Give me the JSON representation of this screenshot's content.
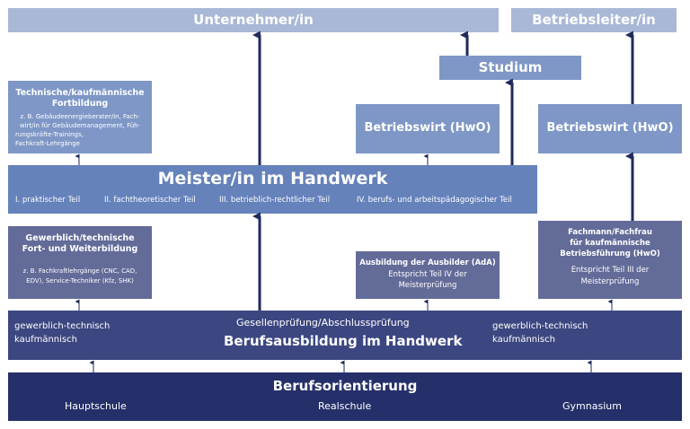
{
  "colors": {
    "lightest": "#a9b8d6",
    "light": "#7e97c6",
    "medium": "#6582bb",
    "muted": "#636b99",
    "dark": "#3c4781",
    "darkest": "#25306a",
    "arrow": "#1f2b5c"
  },
  "top": {
    "unternehmer": "Unternehmer/in",
    "betriebsleiter": "Betriebsleiter/in"
  },
  "studium": "Studium",
  "betriebswirt_left": "Betriebswirt (HwO)",
  "betriebswirt_right": "Betriebswirt (HwO)",
  "fortbildung": {
    "title_1": "Technische/kaufmännische",
    "title_2": "Fortbildung",
    "line_1": "z. B. Gebäudeenergieberater/in, Fach-",
    "line_2": "wirt/in für Gebäudemanagement, Füh-",
    "line_3": "rungskräfte-Trainings,",
    "line_4": "Fachkraft-Lehrgänge"
  },
  "meister": {
    "title": "Meister/in im Handwerk",
    "part_1": "I. praktischer Teil",
    "part_2": "II. fachtheoretischer Teil",
    "part_3": "III. betrieblich-rechtlicher Teil",
    "part_4": "IV. berufs- und arbeitspädagogischer Teil"
  },
  "weiterbildung": {
    "title_1": "Gewerblich/technische",
    "title_2": "Fort- und Weiterbildung",
    "line_1": "z. B. Fachkraftlehrgänge (CNC, CAD,",
    "line_2": "EDV), Service-Techniker (Kfz, SHK)"
  },
  "ada": {
    "title": "Ausbildung der Ausbilder (AdA)",
    "line_1": "Entspricht Teil IV der",
    "line_2": "Meisterprüfung"
  },
  "fachmann": {
    "title_1": "Fachmann/Fachfrau",
    "title_2": "für kaufmännische",
    "title_3": "Betriebsführung (HwO)",
    "line_1": "Entspricht Teil III der",
    "line_2": "Meisterprüfung"
  },
  "berufsausbildung": {
    "left_1": "gewerblich-technisch",
    "left_2": "kaufmännisch",
    "exam": "Gesellenprüfung/Abschlussprüfung",
    "title": "Berufsausbildung im Handwerk",
    "right_1": "gewerblich-technisch",
    "right_2": "kaufmännisch"
  },
  "berufsorientierung": {
    "title": "Berufsorientierung",
    "school_1": "Hauptschule",
    "school_2": "Realschule",
    "school_3": "Gymnasium"
  }
}
